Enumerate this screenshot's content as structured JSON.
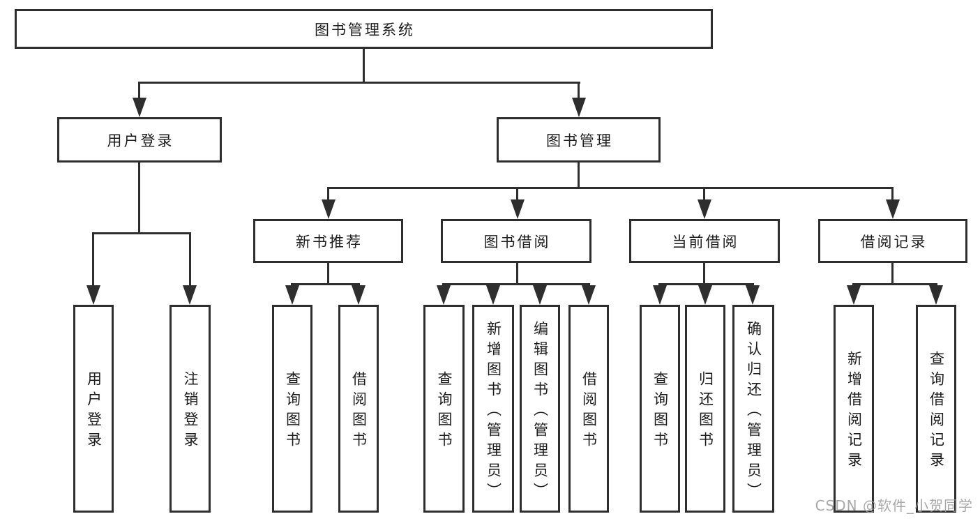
{
  "diagram": {
    "root": "图书管理系统",
    "user_login": {
      "label": "用户登录",
      "children": {
        "login": "用户登录",
        "logout": "注销登录"
      }
    },
    "book_mgmt": {
      "label": "图书管理",
      "children": {
        "new_books": {
          "label": "新书推荐",
          "children": {
            "query": "查询图书",
            "borrow": "借阅图书"
          }
        },
        "book_borrow": {
          "label": "图书借阅",
          "children": {
            "query": "查询图书",
            "add": "新增图书（管理员）",
            "edit": "编辑图书（管理员）",
            "borrow": "借阅图书"
          }
        },
        "current_borrow": {
          "label": "当前借阅",
          "children": {
            "query": "查询图书",
            "return": "归还图书",
            "confirm": "确认归还（管理员）"
          }
        },
        "borrow_records": {
          "label": "借阅记录",
          "children": {
            "add": "新增借阅记录",
            "query": "查询借阅记录"
          }
        }
      }
    },
    "watermark": "CSDN @软件_小贺同学"
  }
}
